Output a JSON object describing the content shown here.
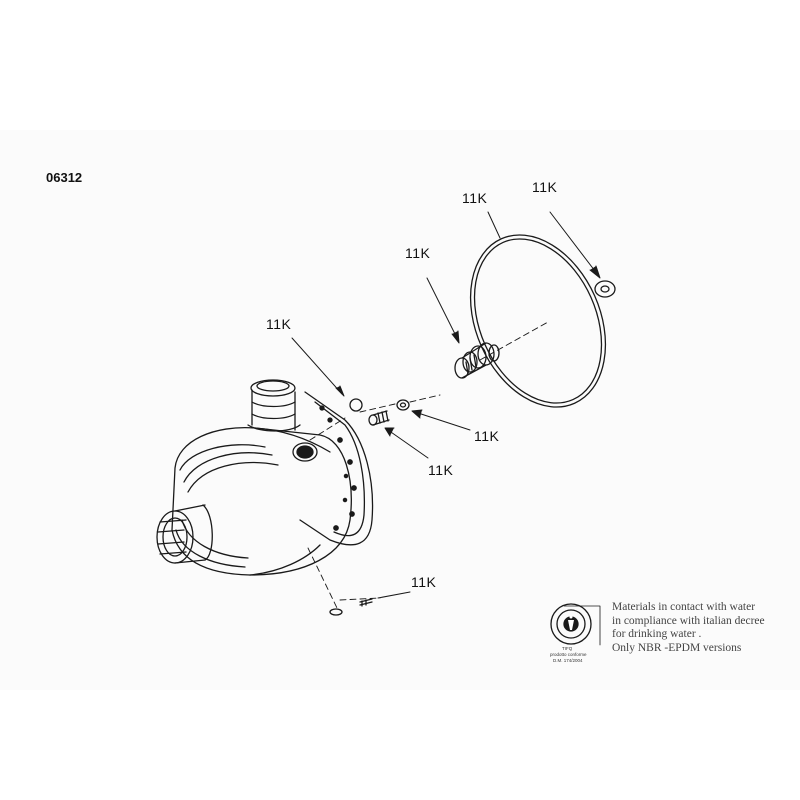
{
  "drawing_code": "06312",
  "callouts": [
    "11K",
    "11K",
    "11K",
    "11K",
    "11K",
    "11K",
    "11K"
  ],
  "compliance": {
    "lines": [
      "Materials in contact with water",
      "in compliance with italian decree",
      "for drinking water .",
      "Only NBR -EPDM versions"
    ],
    "logo_text": [
      "TIFQ",
      "prodotto conforme",
      "D.M. 174/2004"
    ]
  }
}
